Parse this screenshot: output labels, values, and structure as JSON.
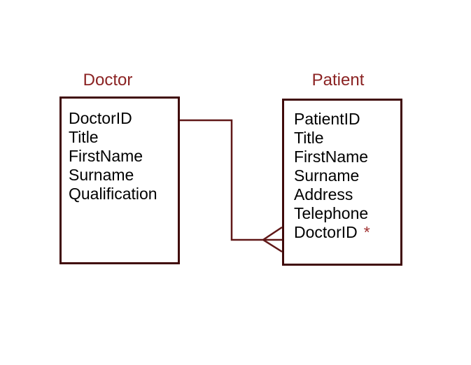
{
  "diagram": {
    "entities": [
      {
        "name": "Doctor",
        "attributes": [
          "DoctorID",
          "Title",
          "FirstName",
          "Surname",
          "Qualification"
        ]
      },
      {
        "name": "Patient",
        "attributes": [
          "PatientID",
          "Title",
          "FirstName",
          "Surname",
          "Address",
          "Telephone",
          "DoctorID"
        ],
        "foreign_key_attribute": "DoctorID",
        "foreign_key_marker": "*"
      }
    ],
    "relationship": {
      "from_entity": "Doctor",
      "to_entity": "Patient",
      "cardinality_at_patient": "many-crow-foot"
    },
    "colors": {
      "background": "#ffffff",
      "entity_title": "#8b2323",
      "entity_border": "#400a0a",
      "relationship_line": "#601818",
      "attribute_text": "#000000",
      "foreign_key_marker": "#a03030"
    }
  }
}
